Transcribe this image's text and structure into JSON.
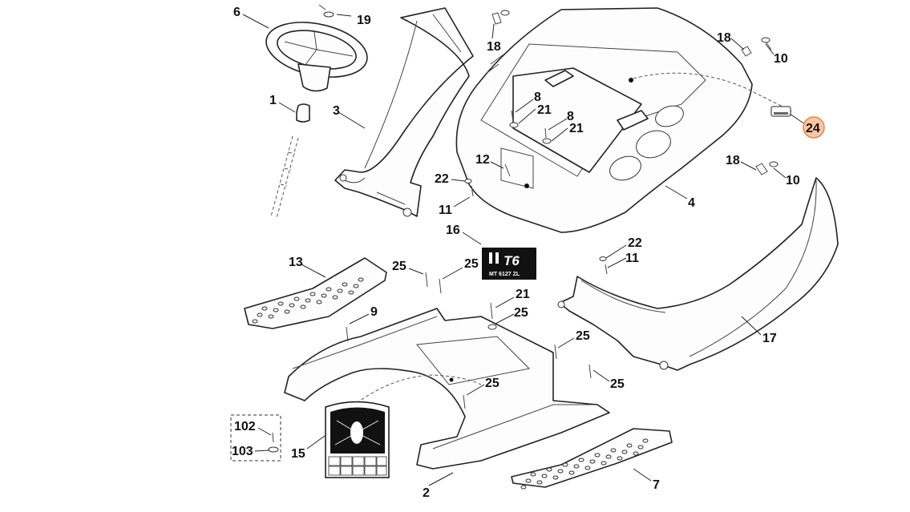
{
  "colors": {
    "line": "#222222",
    "highlight_fill": "#f7c7a2",
    "highlight_stroke": "#e8854a",
    "decal_bg": "#111111"
  },
  "callouts": [
    {
      "id": "6",
      "text": "6"
    },
    {
      "id": "19",
      "text": "19"
    },
    {
      "id": "18a",
      "text": "18"
    },
    {
      "id": "18b",
      "text": "18"
    },
    {
      "id": "10a",
      "text": "10"
    },
    {
      "id": "24",
      "text": "24",
      "highlighted": true
    },
    {
      "id": "1",
      "text": "1"
    },
    {
      "id": "3",
      "text": "3"
    },
    {
      "id": "8a",
      "text": "8"
    },
    {
      "id": "21a",
      "text": "21"
    },
    {
      "id": "8b",
      "text": "8"
    },
    {
      "id": "21b",
      "text": "21"
    },
    {
      "id": "18c",
      "text": "18"
    },
    {
      "id": "10b",
      "text": "10"
    },
    {
      "id": "12",
      "text": "12"
    },
    {
      "id": "22a",
      "text": "22"
    },
    {
      "id": "11a",
      "text": "11"
    },
    {
      "id": "4",
      "text": "4"
    },
    {
      "id": "16",
      "text": "16"
    },
    {
      "id": "22b",
      "text": "22"
    },
    {
      "id": "11b",
      "text": "11"
    },
    {
      "id": "13",
      "text": "13"
    },
    {
      "id": "25a",
      "text": "25"
    },
    {
      "id": "25b",
      "text": "25"
    },
    {
      "id": "9",
      "text": "9"
    },
    {
      "id": "21c",
      "text": "21"
    },
    {
      "id": "25c",
      "text": "25"
    },
    {
      "id": "17",
      "text": "17"
    },
    {
      "id": "25d",
      "text": "25"
    },
    {
      "id": "25e",
      "text": "25"
    },
    {
      "id": "25f",
      "text": "25"
    },
    {
      "id": "102",
      "text": "102"
    },
    {
      "id": "103",
      "text": "103"
    },
    {
      "id": "15",
      "text": "15"
    },
    {
      "id": "2",
      "text": "2"
    },
    {
      "id": "7",
      "text": "7"
    }
  ],
  "decal": {
    "logo": "T6",
    "model": "MT 6127 ZL"
  }
}
